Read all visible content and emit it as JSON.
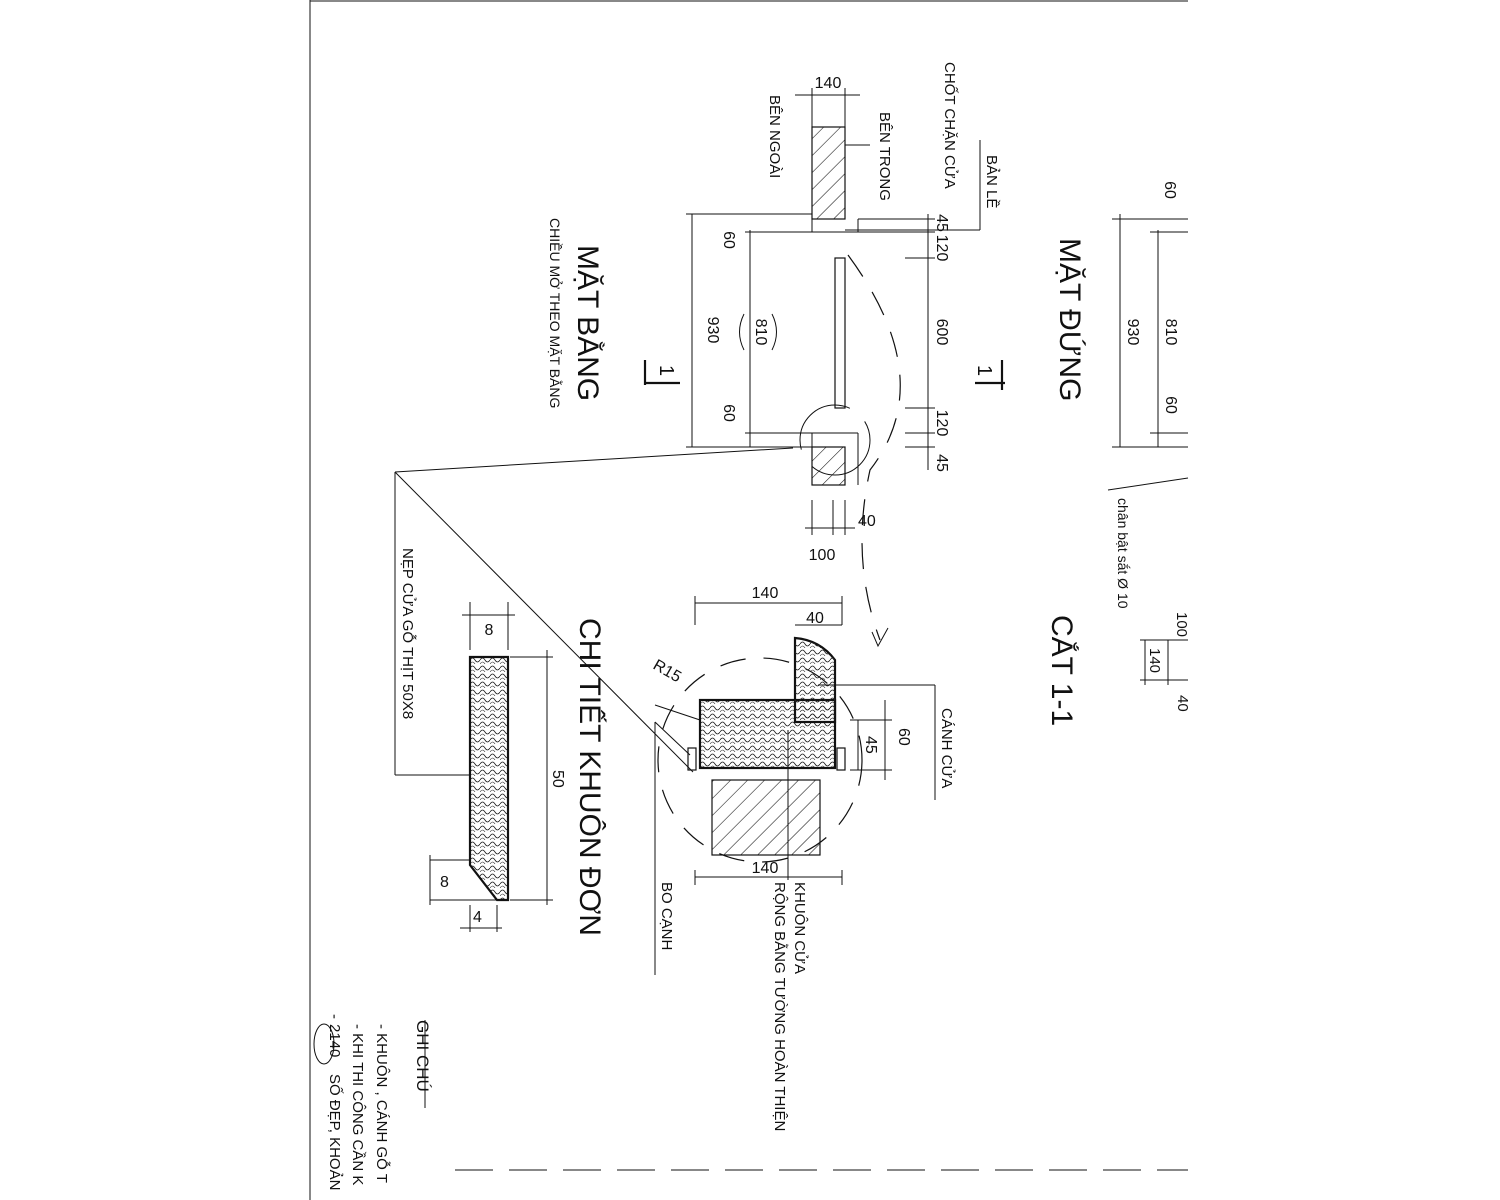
{
  "titles": {
    "plan": "MẶT BẰNG",
    "plan_sub": "CHIỀU MỞ THEO MẶT BẰNG",
    "elevation": "MẶT ĐỨNG",
    "section": "CẮT 1-1",
    "detail": "CHI TIẾT KHUÔN ĐƠN"
  },
  "section_marks": {
    "plan_mark": "1",
    "elev_mark": "1"
  },
  "labels": {
    "outside": "BÊN NGOÀI",
    "inside": "BÊN TRONG",
    "door_stop": "CHỐT CHẶN CỬA",
    "hinge": "BẢN LỀ",
    "anchor": "chân bật sắt Ø 10",
    "door_leaf": "CÁNH CỬA",
    "door_frame": "KHUÔN CỬA",
    "frame_width": "RỘNG BẰNG TƯỜNG HOÀN THIỆN",
    "edge_round": "BO CẠNH",
    "trim": "NẸP CỬA GỖ THỊT 50X8",
    "radius": "R15"
  },
  "plan_dims": {
    "top": "140",
    "left_total": "930",
    "left_top": "60",
    "left_mid": "810",
    "left_bot": "60",
    "right_a": "45",
    "right_b": "120",
    "right_c": "600",
    "right_d": "120",
    "right_e": "45",
    "bottom_small": "40",
    "bottom_total": "100"
  },
  "elev_dims": {
    "top": "60",
    "total": "930",
    "mid": "810",
    "bot": "60"
  },
  "section_dims": {
    "a": "100",
    "b": "140",
    "c": "40"
  },
  "detail_dims": {
    "top": "140",
    "top_small": "40",
    "side_60": "60",
    "side_45": "45",
    "bottom": "140"
  },
  "trim_dims": {
    "width": "8",
    "length": "50",
    "chamfer_a": "8",
    "chamfer_b": "4"
  },
  "notes": {
    "heading": "GHI CHÚ",
    "line1": "- KHUÔN , CÁNH GỖ T",
    "line2": "- KHI THI CÔNG CẦN K",
    "line3_num": "2140",
    "line3_text": "SỐ ĐẸP, KHOẢN"
  }
}
